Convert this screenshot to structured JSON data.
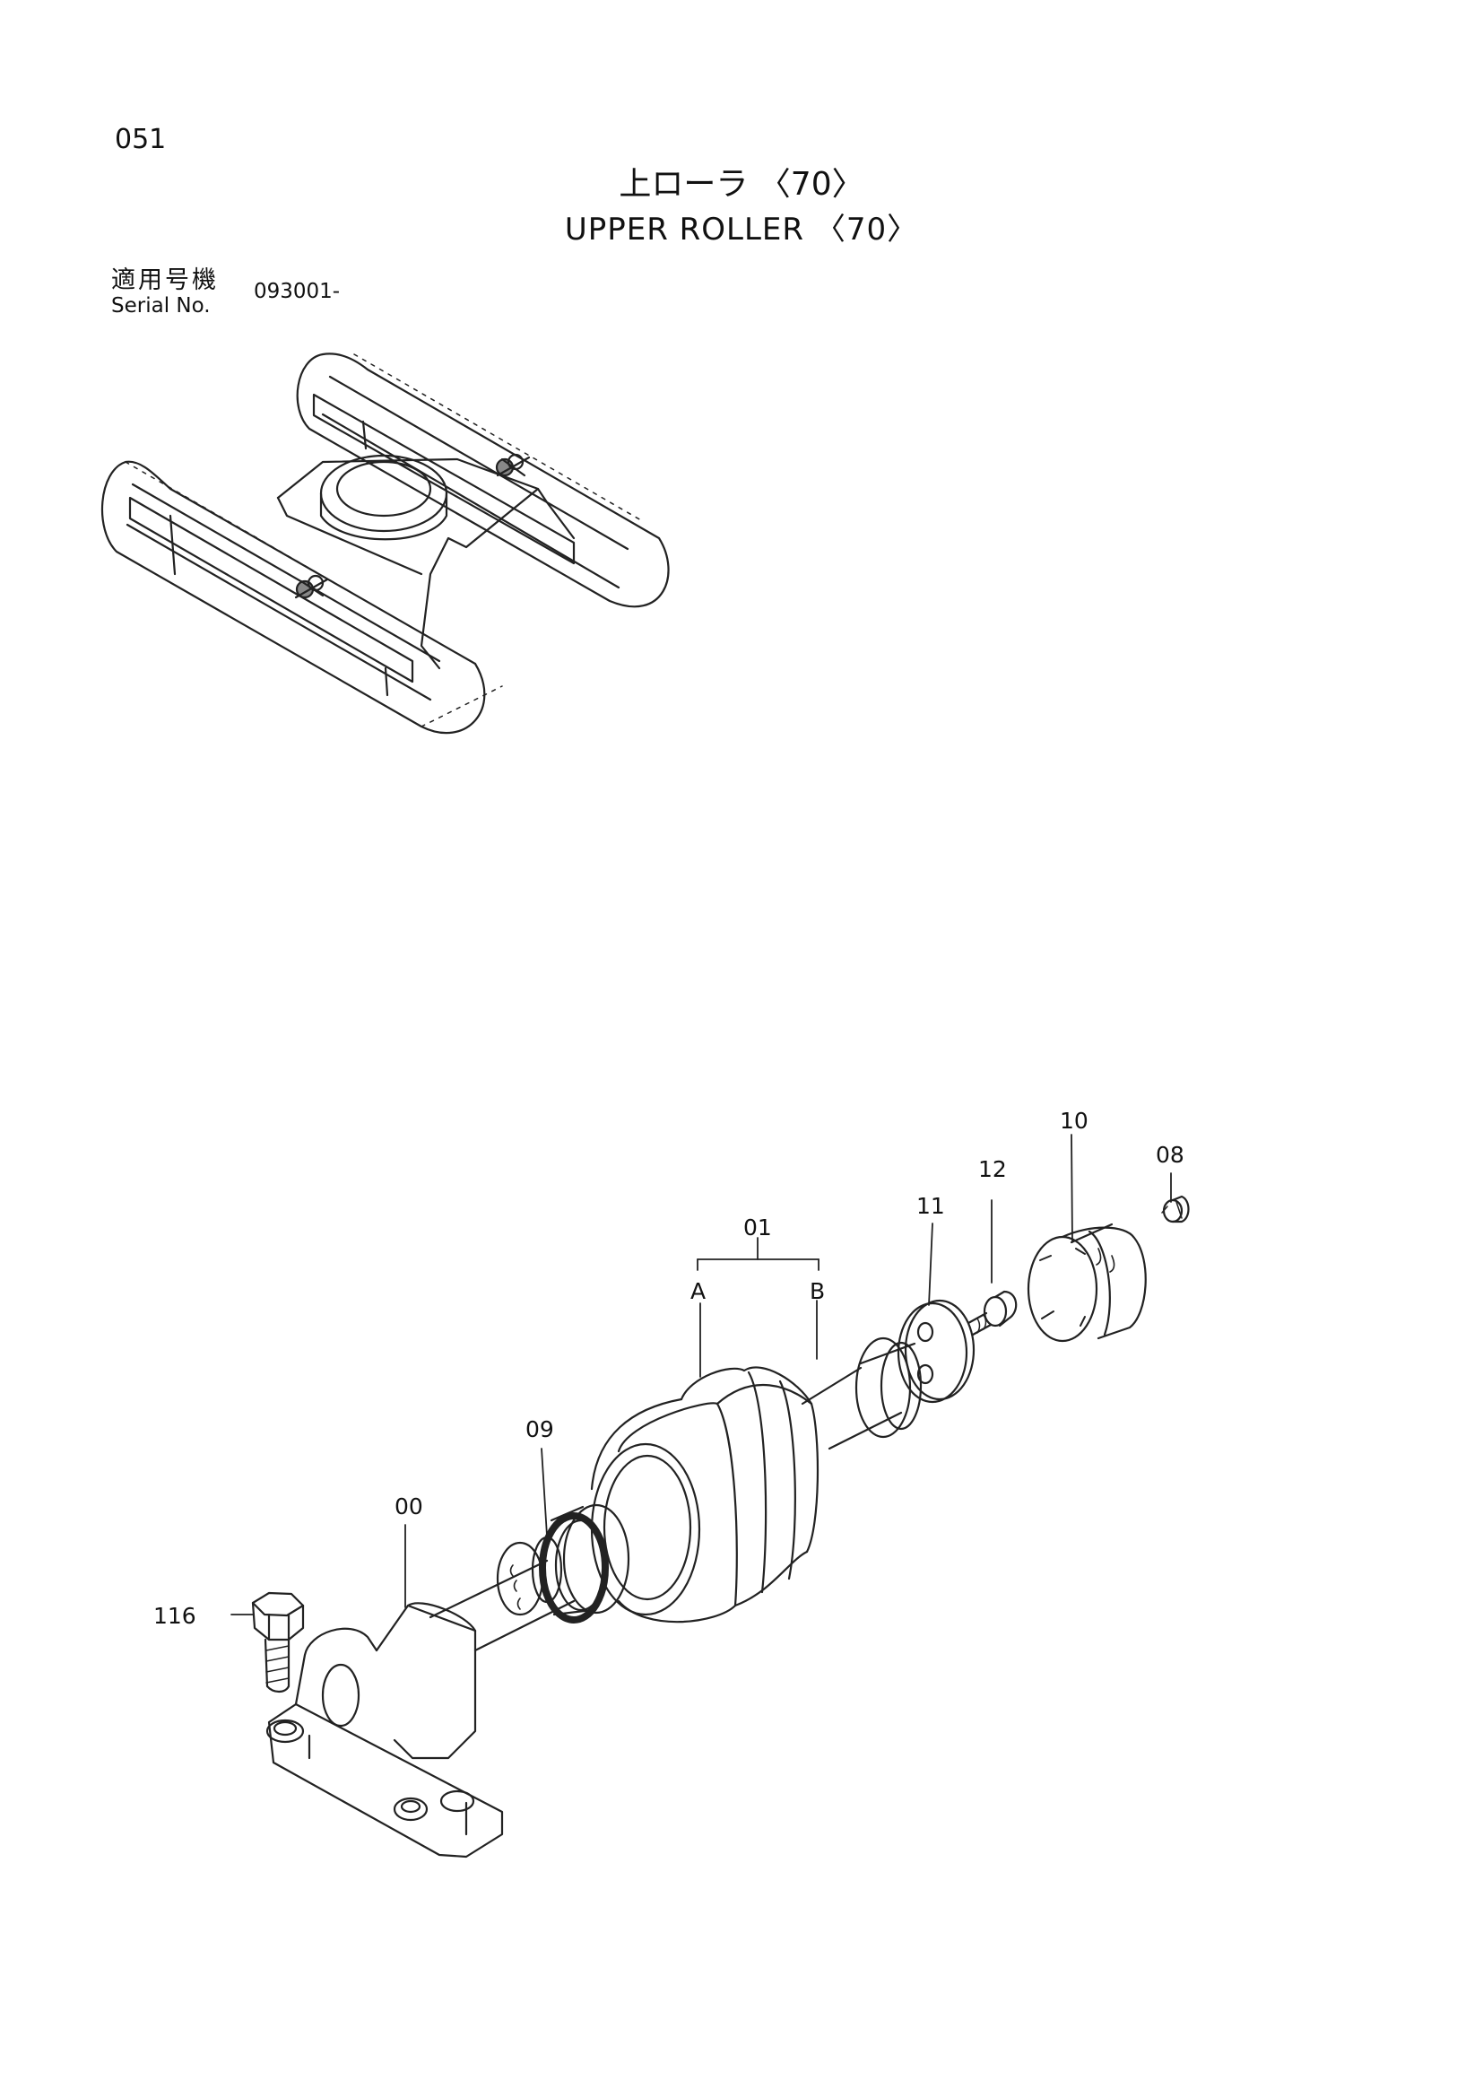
{
  "header": {
    "page_number": "051",
    "title_jp": "上ローラ 〈70〉",
    "title_en": "UPPER ROLLER 〈70〉"
  },
  "serial": {
    "label_jp": "適用号機",
    "label_en": "Serial No.",
    "value": "093001-"
  },
  "callouts": {
    "c00": "00",
    "c01": "01",
    "cA": "A",
    "cB": "B",
    "c08": "08",
    "c09": "09",
    "c10": "10",
    "c11": "11",
    "c12": "12",
    "c116": "116"
  },
  "colors": {
    "line": "#222222",
    "paper": "#ffffff"
  }
}
